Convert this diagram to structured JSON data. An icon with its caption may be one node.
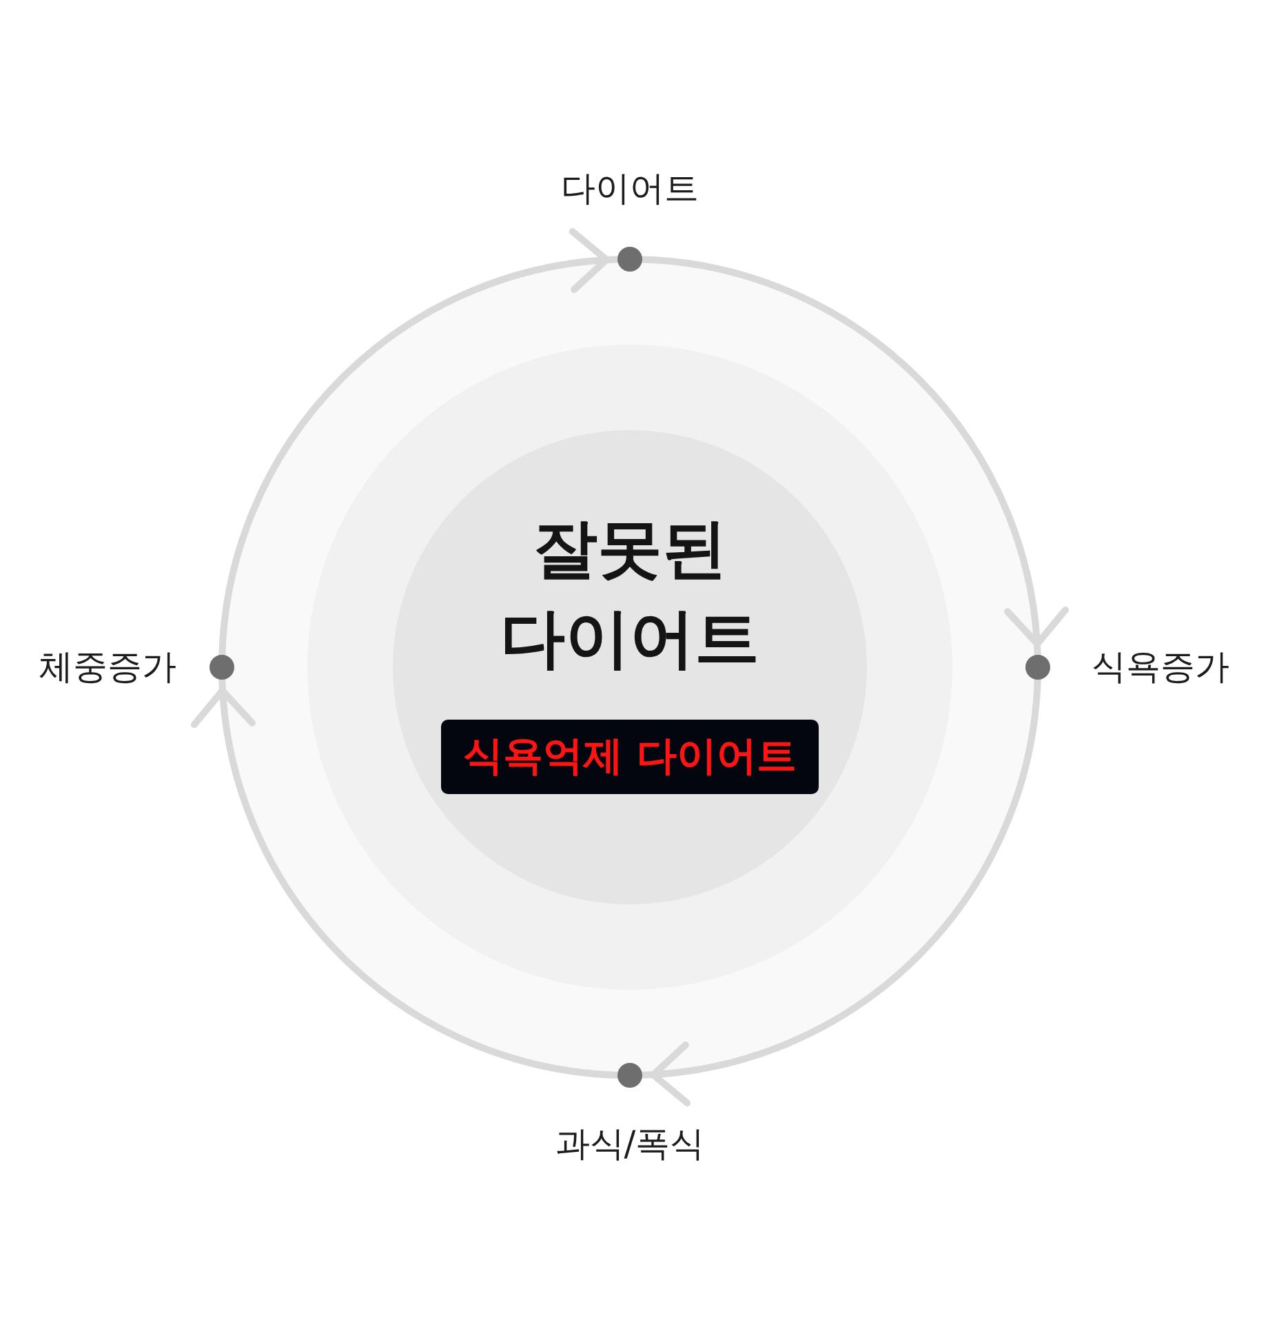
{
  "diagram": {
    "nodes": [
      {
        "text": [],
        "shape": "circle"
      },
      {
        "text": [],
        "shape": "circle",
        "in": 0
      },
      {
        "text": [
          "잘못된 다이어트"
        ],
        "in": 1
      },
      {
        "text": [
          "식욕억제 다이어트"
        ],
        "in": 2
      },
      {
        "text": [],
        "shape": "circle",
        "beside": [
          "다이어트"
        ]
      },
      {
        "text": [],
        "shape": "circle",
        "beside": [
          "식욕증가"
        ]
      },
      {
        "text": [],
        "shape": "circle",
        "beside": [
          "과식/폭식"
        ]
      },
      {
        "text": [],
        "shape": "circle",
        "beside": [
          "체중증가"
        ]
      }
    ],
    "edges": [
      {
        "from": 4,
        "to": 5,
        "arrow": "to"
      },
      {
        "from": 5,
        "to": 6,
        "arrow": "to"
      },
      {
        "from": 6,
        "to": 7,
        "arrow": "to"
      },
      {
        "from": 7,
        "to": 4,
        "arrow": "to"
      }
    ]
  }
}
